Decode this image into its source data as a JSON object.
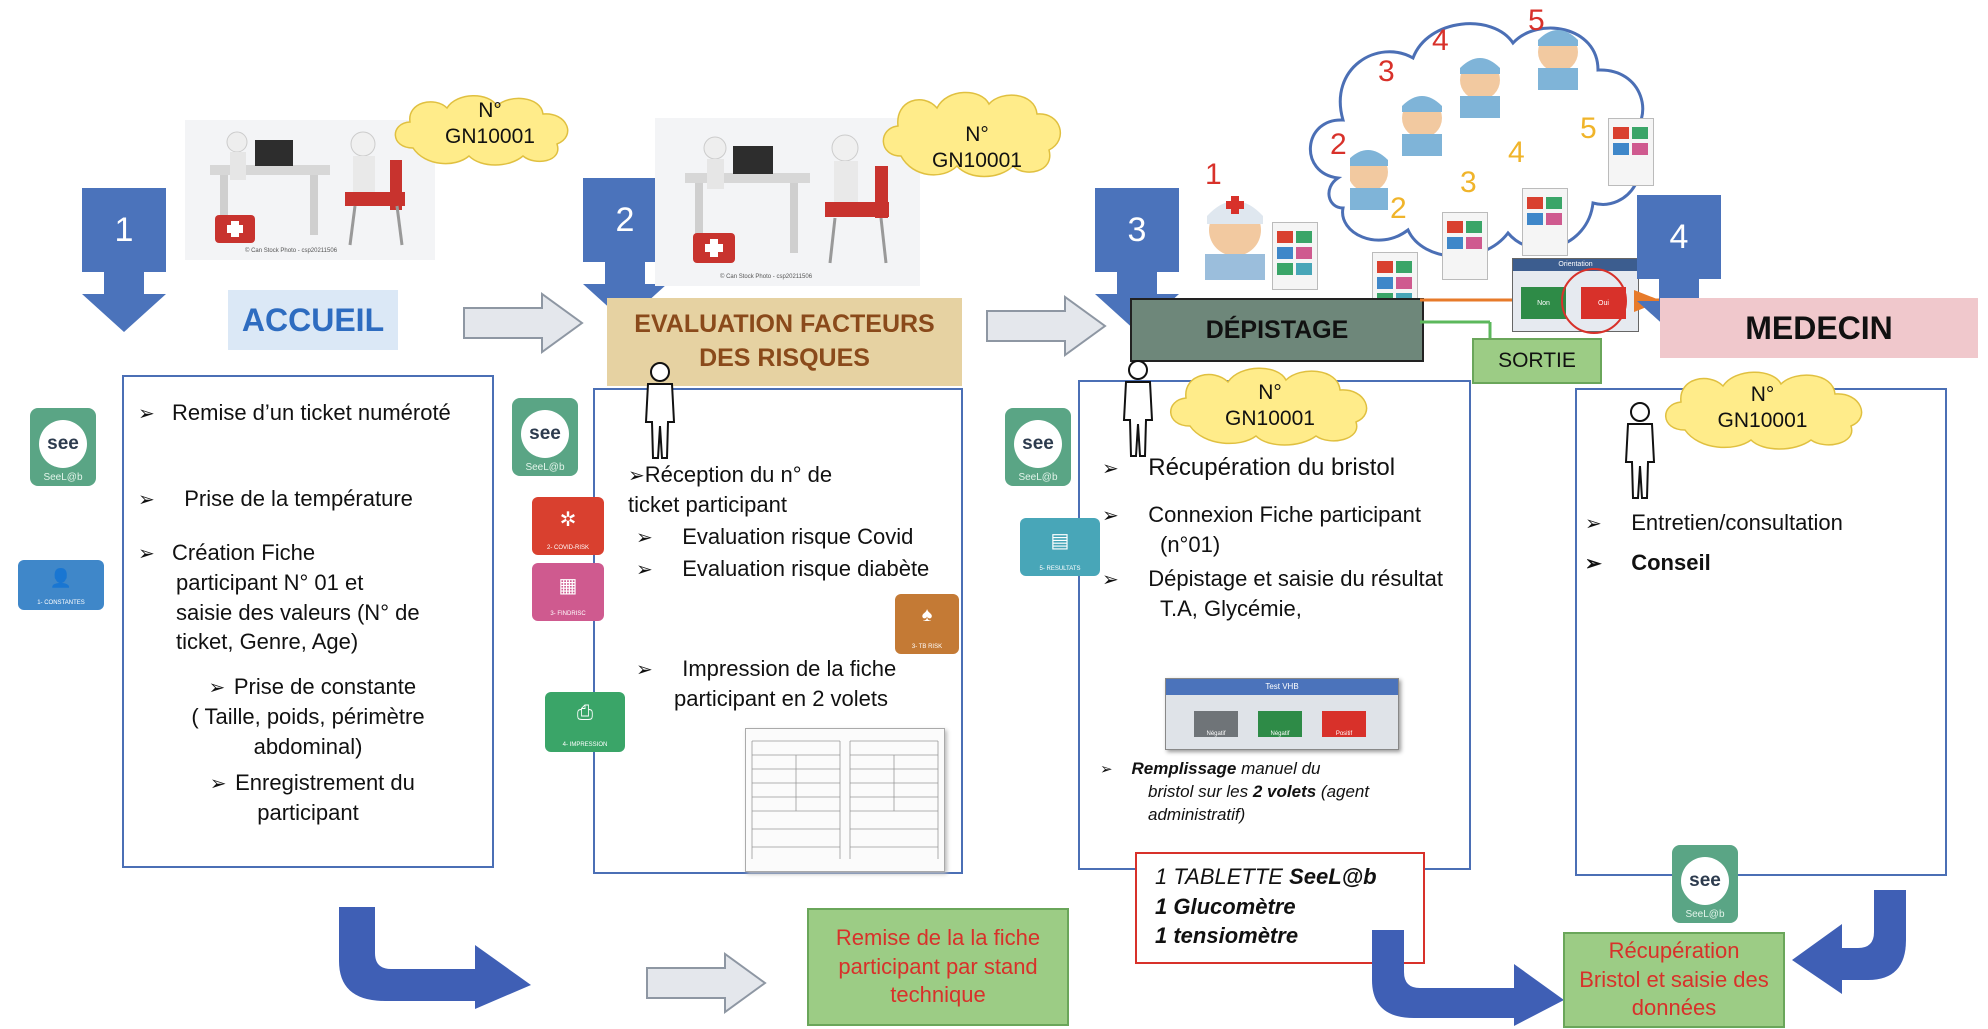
{
  "steps": {
    "s1": {
      "num": "1",
      "title": "ACCUEIL"
    },
    "s2": {
      "num": "2",
      "title_l1": "EVALUATION FACTEURS",
      "title_l2": "DES RISQUES"
    },
    "s3": {
      "num": "3",
      "title": "DÉPISTAGE"
    },
    "s4": {
      "num": "4",
      "title": "MEDECIN"
    }
  },
  "ticket": {
    "l1": "N°",
    "l2": "GN10001"
  },
  "photo_credit": "© Can Stock Photo - csp20211506",
  "box1": {
    "items": [
      "Remise d’un ticket numéroté",
      "Prise de la température",
      "Création Fiche",
      "participant N° 01 et",
      "saisie des valeurs (N° de",
      "ticket, Genre, Age)",
      "Prise de constante",
      "( Taille, poids, périmètre",
      "abdominal)",
      "Enregistrement du",
      "participant"
    ]
  },
  "box2": {
    "items": [
      "Réception du n° de",
      "ticket participant",
      "Evaluation  risque Covid",
      "Evaluation  risque  diabète",
      "Impression de la fiche",
      "participant en 2 volets"
    ]
  },
  "box3": {
    "items": [
      "Récupération du bristol",
      "Connexion Fiche participant",
      "(n°01)",
      "Dépistage et saisie du résultat",
      "T.A, Glycémie,"
    ],
    "note_b1": "Remplissage",
    "note_t1": " manuel du",
    "note_t2": "bristol sur les ",
    "note_b2": "2 volets",
    "note_t3": " (agent",
    "note_t4": "administratif)",
    "test_title": "Test VHB",
    "test_btns": [
      "Négatif",
      "Négatif",
      "Positif"
    ]
  },
  "box4": {
    "items": [
      "Entretien/consultation",
      "Conseil"
    ]
  },
  "equip": {
    "l1_a": "1 TABLETTE ",
    "l1_b": "SeeL@b",
    "l2": "1 Glucomètre",
    "l3": "1 tensiomètre"
  },
  "sortie": "SORTIE",
  "see_icon": {
    "text": "see",
    "sub": "SeeL@b"
  },
  "tiles": {
    "constantes": "1- CONSTANTES",
    "covid": "2- COVID-RISK",
    "findrisc": "3- FINDRISC",
    "tbrisk": "3- TB RISK",
    "impression": "4- IMPRESSION",
    "resultats": "5- RESULTATS"
  },
  "cloud_numbers": {
    "n1": "1",
    "n2": "2",
    "n3": "3",
    "n4": "4",
    "n5": "5",
    "y2": "2",
    "y3": "3",
    "y4": "4",
    "y5": "5"
  },
  "mini_panel": {
    "title": "Orientation",
    "b1": "Non",
    "b2": "Oui"
  },
  "bottom": {
    "remise": "Remise de la la fiche participant par stand technique",
    "recup": "Récupération Bristol et saisie des données"
  },
  "colors": {
    "step": "#4b73bb",
    "box_border": "#4b6fb5",
    "green": "#9ccc85",
    "red": "#d8312a",
    "accueil_blue": "#2e6cc0"
  }
}
